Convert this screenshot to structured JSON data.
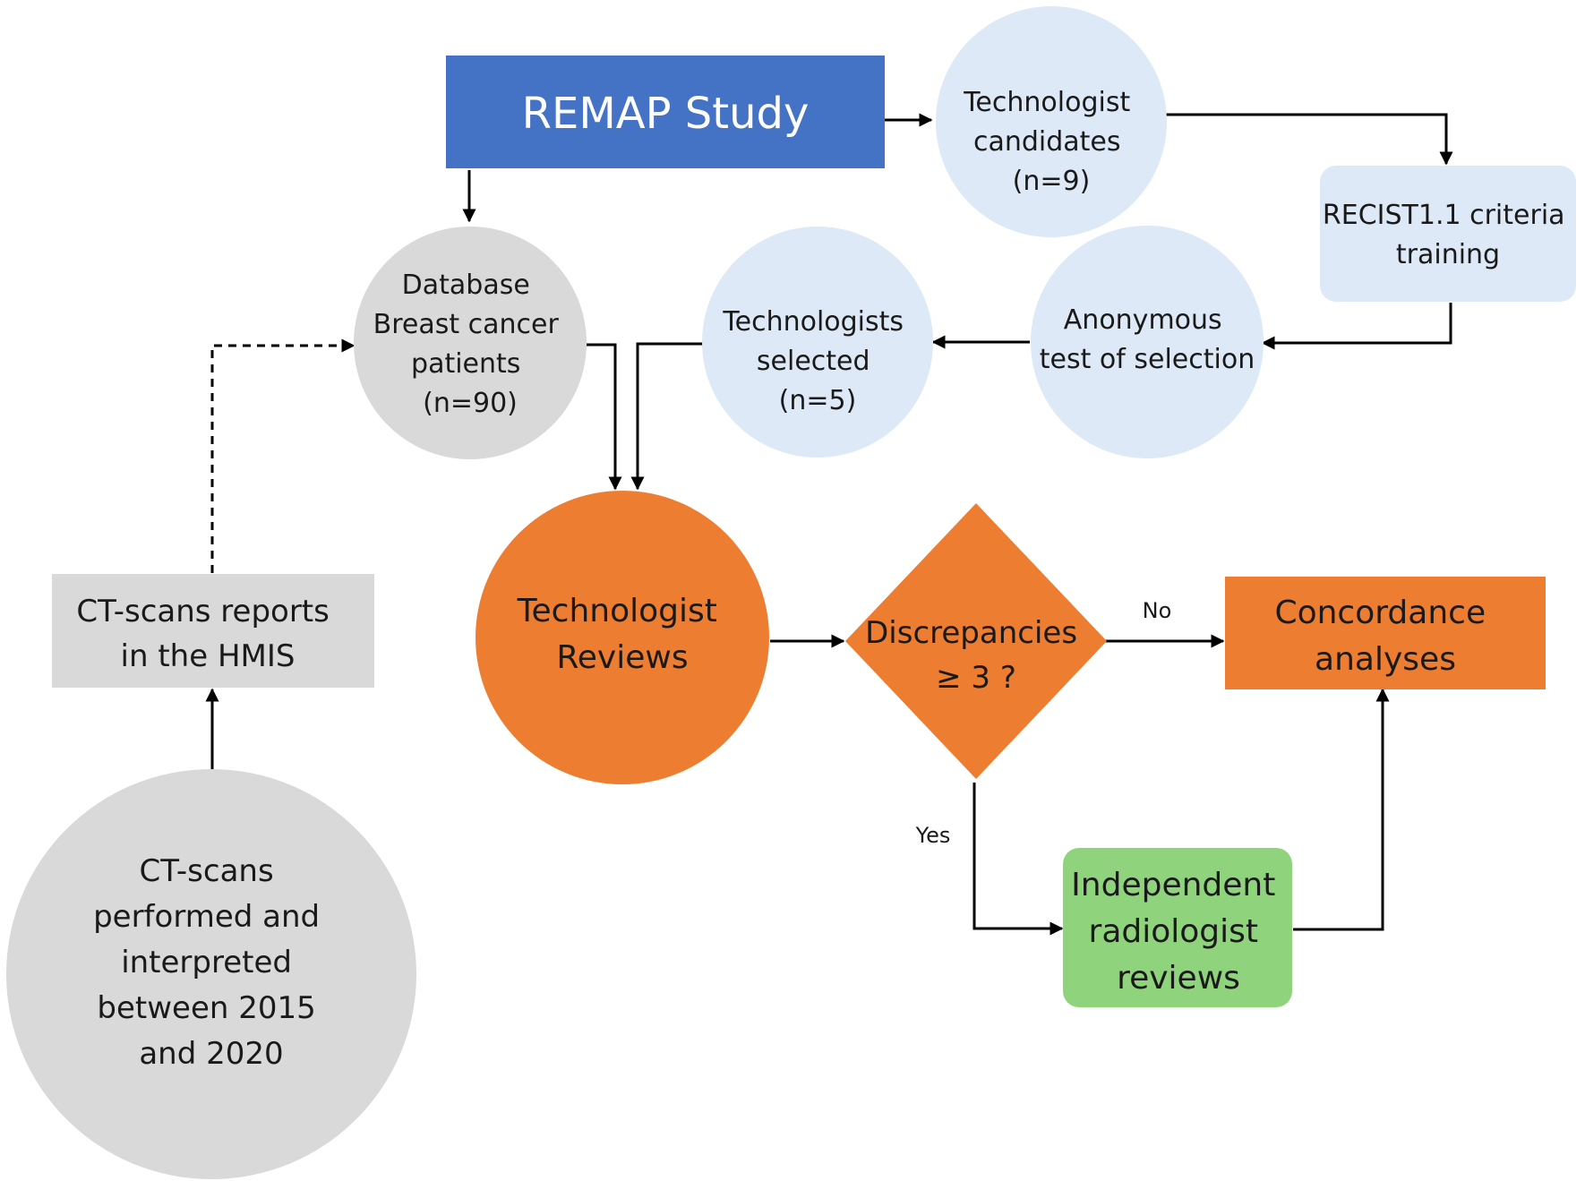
{
  "colors": {
    "remap_blue": "#4472c4",
    "light_blue": "#dde9f6",
    "gray": "#d9d9d9",
    "orange": "#ed7d31",
    "green": "#8fd37c"
  },
  "nodes": {
    "remap": {
      "lines": [
        "REMAP Study"
      ]
    },
    "candidates": {
      "lines": [
        "Technologist",
        "candidates",
        "(n=9)"
      ]
    },
    "recist": {
      "lines": [
        "RECIST1.1 criteria",
        "training"
      ]
    },
    "anonymous": {
      "lines": [
        "Anonymous",
        "test of selection"
      ]
    },
    "selected": {
      "lines": [
        "Technologists",
        "selected",
        "(n=5)"
      ]
    },
    "database": {
      "lines": [
        "Database",
        "Breast cancer",
        "patients",
        "(n=90)"
      ]
    },
    "hmis": {
      "lines": [
        "CT-scans reports",
        "in the HMIS"
      ]
    },
    "ctscans": {
      "lines": [
        "CT-scans",
        "performed and",
        "interpreted",
        "between 2015",
        "and 2020"
      ]
    },
    "reviews": {
      "lines": [
        "Technologist",
        "Reviews"
      ]
    },
    "discrepancies": {
      "lines": [
        "Discrepancies",
        "≥ 3 ?"
      ]
    },
    "concordance": {
      "lines": [
        "Concordance",
        "analyses"
      ]
    },
    "radiologist": {
      "lines": [
        "Independent",
        "radiologist",
        "reviews"
      ]
    }
  },
  "edge_labels": {
    "no": "No",
    "yes": "Yes"
  }
}
